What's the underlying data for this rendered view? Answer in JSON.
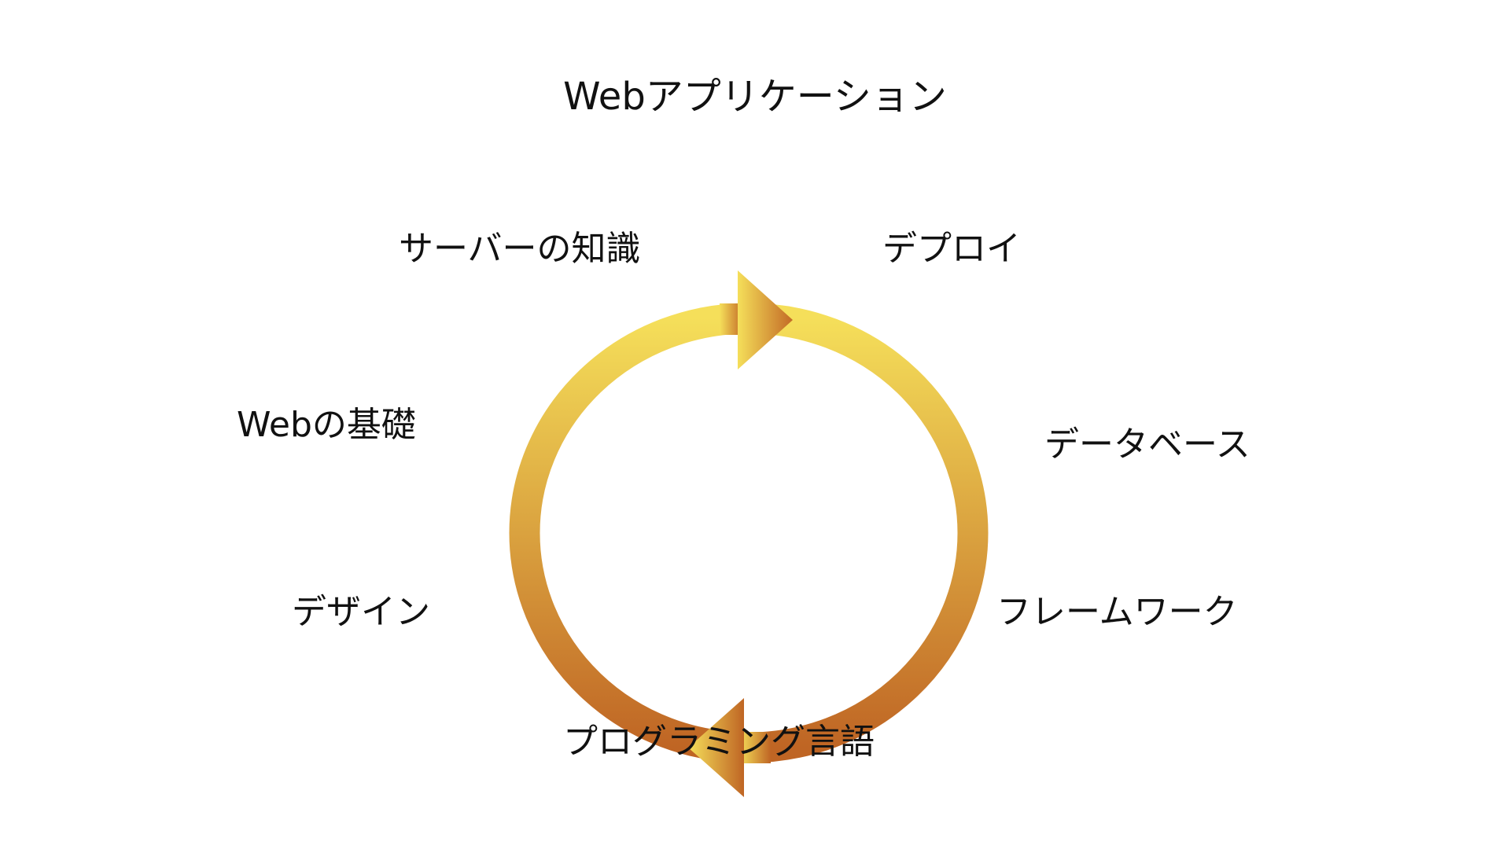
{
  "title": "Webアプリケーション",
  "labels": {
    "server": "サーバーの知識",
    "deploy": "デプロイ",
    "web_basics": "Webの基礎",
    "database": "データベース",
    "design": "デザイン",
    "framework": "フレームワーク",
    "programming": "プログラミング言語"
  },
  "colors": {
    "light": "#f5df5a",
    "dark": "#bf6524"
  }
}
